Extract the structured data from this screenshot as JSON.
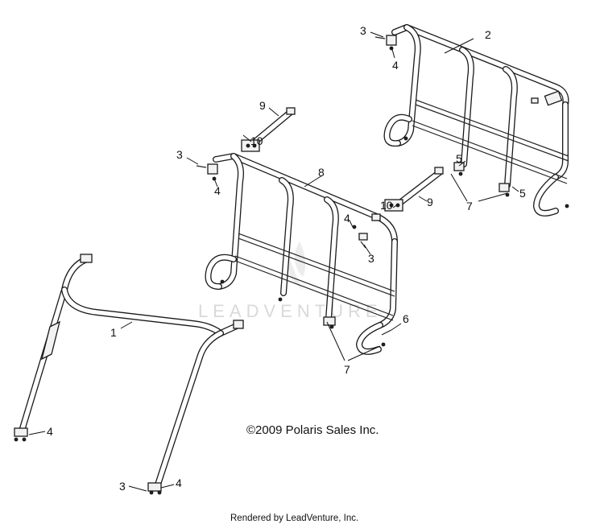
{
  "watermark": "LEADVENTURE",
  "copyright": "©2009 Polaris Sales Inc.",
  "footer": "Rendered by LeadVenture, Inc.",
  "callouts": [
    "1",
    "2",
    "3",
    "3",
    "3",
    "3",
    "4",
    "4",
    "4",
    "4",
    "4",
    "5",
    "5",
    "6",
    "7",
    "7",
    "8",
    "9",
    "9",
    "10",
    "10"
  ]
}
